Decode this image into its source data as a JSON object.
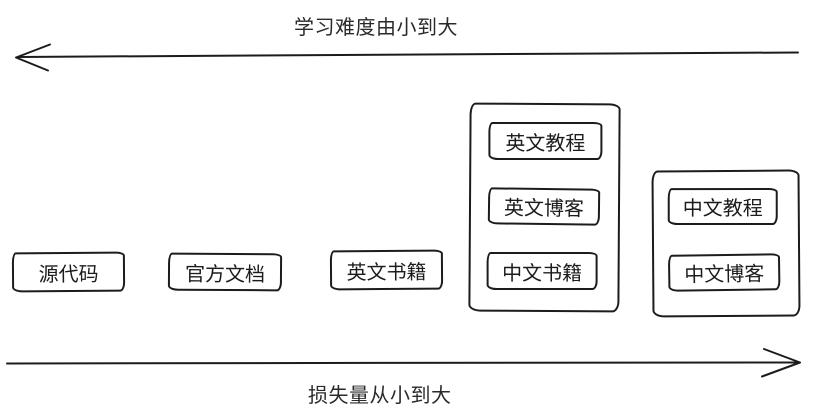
{
  "diagram": {
    "top_axis": {
      "label": "学习难度由小到大",
      "arrow_direction": "left"
    },
    "bottom_axis": {
      "label": "损失量从小到大",
      "arrow_direction": "right"
    },
    "nodes": [
      {
        "label": "源代码"
      },
      {
        "label": "官方文档"
      },
      {
        "label": "英文书籍"
      }
    ],
    "groups": [
      {
        "items": [
          {
            "label": "英文教程"
          },
          {
            "label": "英文博客"
          },
          {
            "label": "中文书籍"
          }
        ]
      },
      {
        "items": [
          {
            "label": "中文教程"
          },
          {
            "label": "中文博客"
          }
        ]
      }
    ],
    "colors": {
      "stroke": "#1c1c1c",
      "background": "#ffffff"
    }
  }
}
